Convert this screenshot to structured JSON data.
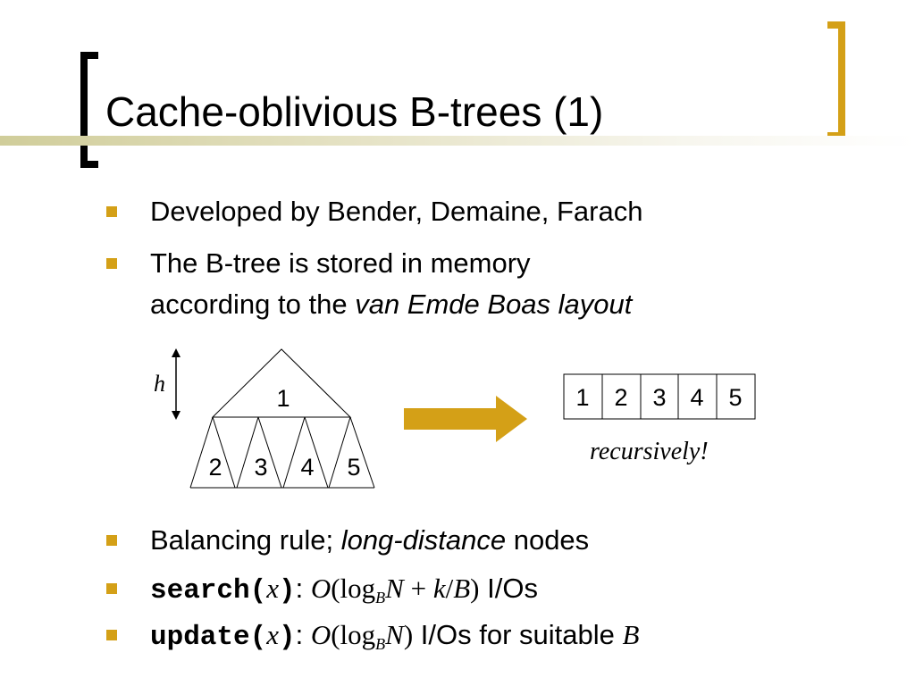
{
  "slide": {
    "title": "Cache-oblivious B-trees (1)",
    "accent_color": "#d4a017",
    "bullets_top": [
      {
        "text": "Developed by Bender, Demaine, Farach"
      },
      {
        "line1": "The B-tree is stored in memory",
        "line2_prefix": "according to the ",
        "line2_emph": "van Emde Boas layout"
      }
    ],
    "diagram": {
      "height_label": "h",
      "top_node": "1",
      "sub_nodes": [
        "2",
        "3",
        "4",
        "5"
      ],
      "array_cells": [
        "1",
        "2",
        "3",
        "4",
        "5"
      ],
      "caption": "recursively!",
      "arrow_color": "#d4a017"
    },
    "bullets_bottom": [
      {
        "prefix": "Balancing rule; ",
        "emph": "long-distance",
        "suffix": " nodes"
      },
      {
        "code": "search(",
        "arg": "x",
        "code_close": ")",
        "sep": ": ",
        "O": "O",
        "open": "(log",
        "sub": "B",
        "N": "N",
        "plus": " + ",
        "k": "k",
        "slash": "/",
        "B": "B",
        "close": ")",
        "tail": " I/Os"
      },
      {
        "code": "update(",
        "arg": "x",
        "code_close": ")",
        "sep": ": ",
        "O": "O",
        "open": "(log",
        "sub": "B",
        "N": "N",
        "close": ")",
        "tail": " I/Os for suitable ",
        "B": "B"
      }
    ]
  }
}
